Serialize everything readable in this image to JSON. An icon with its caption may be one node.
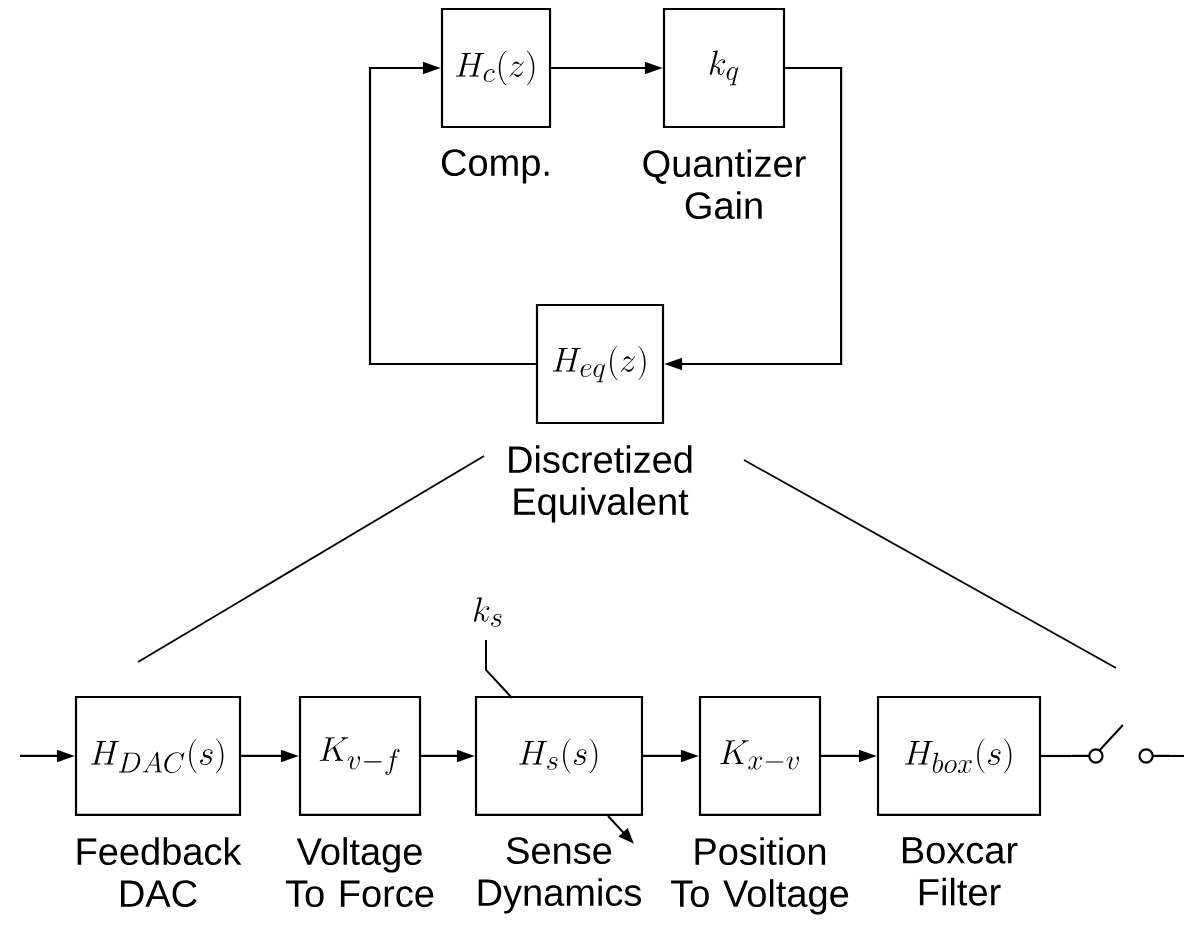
{
  "diagram": {
    "nodes": [
      {
        "text": [
          "H_{c}(z)"
        ],
        "beside": [
          "Comp."
        ]
      },
      {
        "text": [
          "k_{q}"
        ],
        "beside": [
          "Quantizer Gain"
        ]
      },
      {
        "text": [
          "H_{eq}(z)"
        ],
        "beside": [
          "Discretized Equivalent"
        ]
      },
      {
        "text": [
          "H_{DAC}(s)"
        ],
        "beside": [
          "Feedback DAC"
        ]
      },
      {
        "text": [
          "K_{v-f}"
        ],
        "beside": [
          "Voltage To Force"
        ]
      },
      {
        "text": [
          "H_{s}(s)"
        ],
        "beside": [
          "Sense Dynamics"
        ]
      },
      {
        "text": [
          "K_{x-v}"
        ],
        "beside": [
          "Position To Voltage"
        ]
      },
      {
        "text": [
          "H_{box}(s)"
        ],
        "beside": [
          "Boxcar Filter"
        ]
      },
      {
        "text": [],
        "shape": "switch"
      }
    ],
    "edges": [
      {
        "from": 0,
        "to": 1,
        "arrow": "to"
      },
      {
        "from": 1,
        "to": 2,
        "arrow": "to"
      },
      {
        "from": 2,
        "to": 0,
        "arrow": "to"
      },
      {
        "from": null,
        "to": 3,
        "arrow": "to"
      },
      {
        "from": 3,
        "to": 4,
        "arrow": "to"
      },
      {
        "from": 4,
        "to": 5,
        "arrow": "to"
      },
      {
        "from": 5,
        "to": 6,
        "arrow": "to"
      },
      {
        "from": 6,
        "to": 7,
        "arrow": "to"
      },
      {
        "from": 7,
        "to": 8,
        "arrow": "none"
      },
      {
        "from": 8,
        "to": null,
        "arrow": "none"
      }
    ],
    "labels": [
      "k_{s}"
    ]
  }
}
